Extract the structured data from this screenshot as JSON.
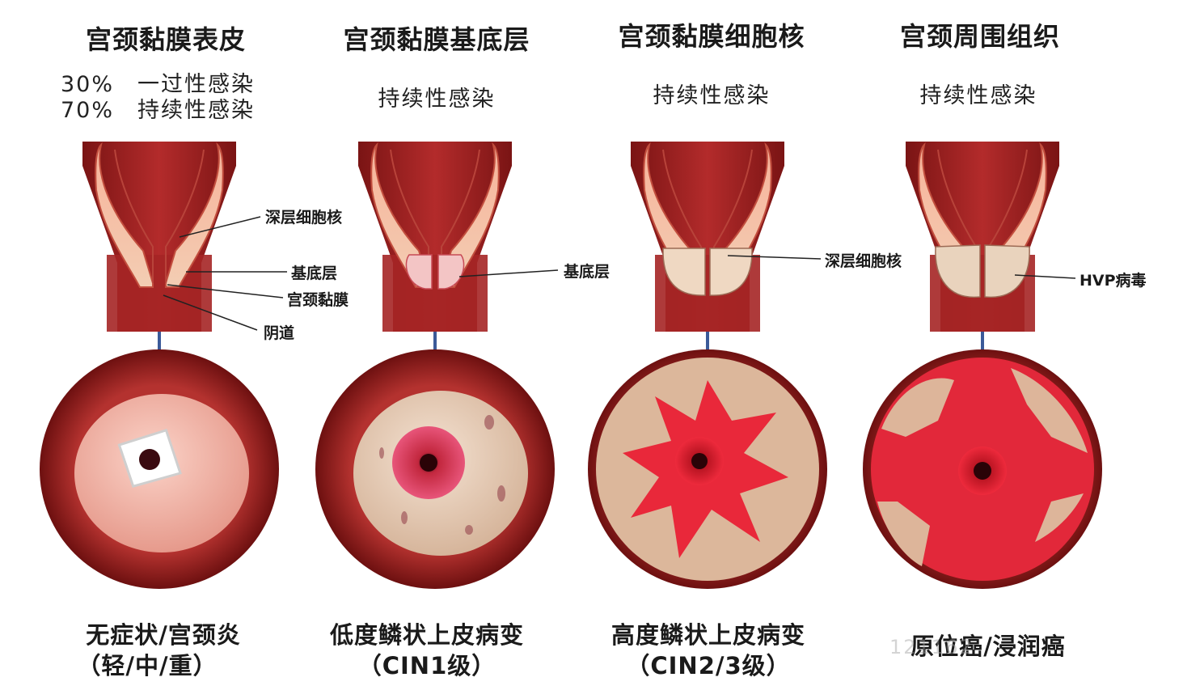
{
  "columns": [
    {
      "title": "宫颈黏膜表皮",
      "rates": [
        {
          "pct": "30%",
          "label": "一过性感染"
        },
        {
          "pct": "70%",
          "label": "持续性感染"
        }
      ],
      "callouts": [
        "深层细胞核",
        "基底层",
        "宫颈黏膜",
        "阴道"
      ],
      "stage_line1": "无症状/宫颈炎",
      "stage_line2": "（轻/中/重）"
    },
    {
      "title": "宫颈黏膜基底层",
      "subtitle": "持续性感染",
      "callouts": [
        "基底层"
      ],
      "stage_line1": "低度鳞状上皮病变",
      "stage_line2": "（CIN1级）"
    },
    {
      "title": "宫颈黏膜细胞核",
      "subtitle": "持续性感染",
      "callouts": [
        "深层细胞核"
      ],
      "stage_line1": "高度鳞状上皮病变",
      "stage_line2": "（CIN2/3级）"
    },
    {
      "title": "宫颈周围组织",
      "subtitle": "持续性感染",
      "callouts": [
        "HVP病毒"
      ],
      "stage_line1": "原位癌/浸润癌"
    }
  ],
  "watermark": "121162",
  "colors": {
    "vagina_dark": "#8a1a1a",
    "vagina_mid": "#b02a2a",
    "mucosa_pink": "#f2a58f",
    "mucosa_light": "#f8c9b2",
    "lesion_red": "#e8253a",
    "healthy_tissue": "#e8bfa3",
    "arrow_blue": "#3b5a99"
  }
}
